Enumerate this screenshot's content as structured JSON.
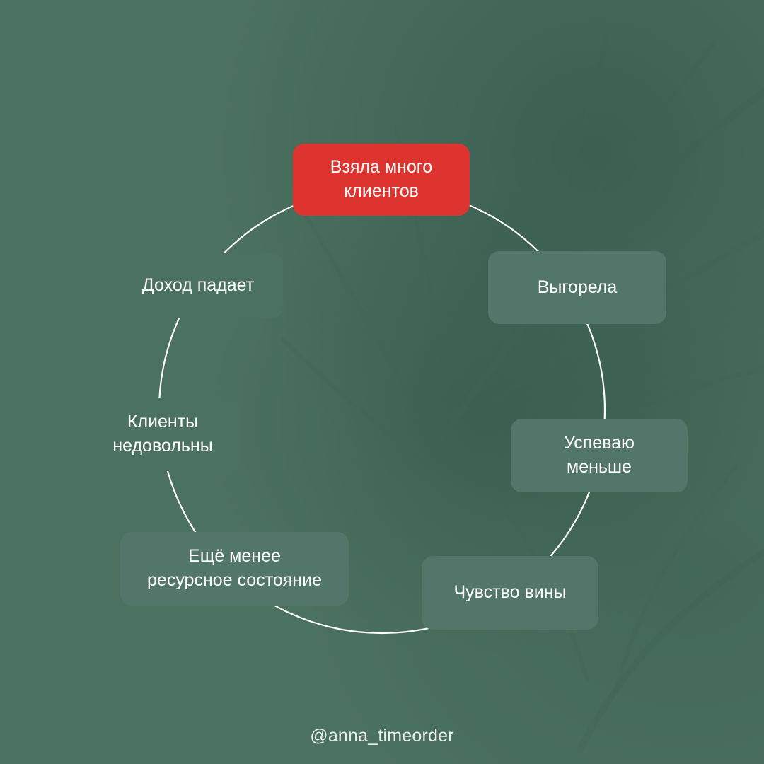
{
  "colors": {
    "background": "#4b7161",
    "box_fill": "#52776a",
    "highlight_fill": "#dd3430",
    "ring_stroke": "#ffffff",
    "text": "#ffffff"
  },
  "cycle": {
    "nodes": [
      {
        "id": "took-many-clients",
        "label": "Взяла много\nклиентов",
        "style": "highlight"
      },
      {
        "id": "burned-out",
        "label": "Выгорела",
        "style": "boxed"
      },
      {
        "id": "manage-less",
        "label": "Успеваю\nменьше",
        "style": "boxed"
      },
      {
        "id": "guilt",
        "label": "Чувство вины",
        "style": "boxed"
      },
      {
        "id": "even-less-resourceful",
        "label": "Ещё менее\nресурсное состояние",
        "style": "boxed"
      },
      {
        "id": "clients-unhappy",
        "label": "Клиенты\nнедовольны",
        "style": "plain"
      },
      {
        "id": "income-falls",
        "label": "Доход падает",
        "style": "plain"
      }
    ]
  },
  "footer": {
    "signature": "@anna_timeorder"
  }
}
